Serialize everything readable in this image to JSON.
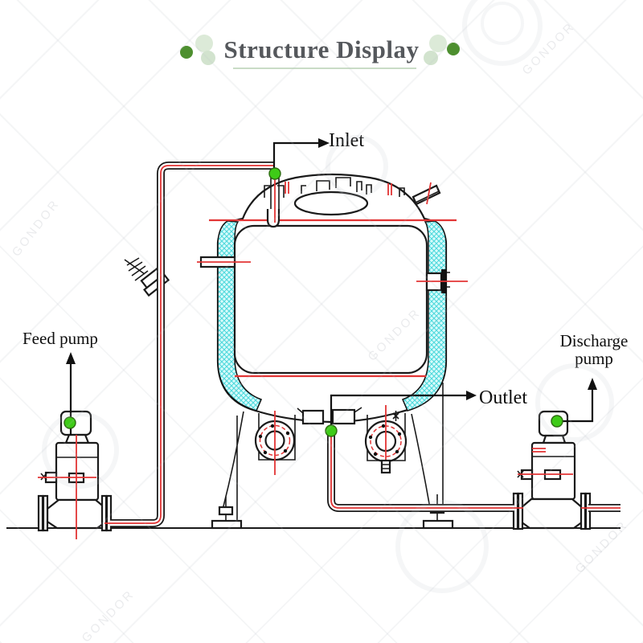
{
  "title": "Structure Display",
  "labels": {
    "inlet": "Inlet",
    "outlet": "Outlet",
    "feed_pump": "Feed pump",
    "discharge_pump": "Discharge pump"
  },
  "watermark": {
    "text": "GONDOR"
  },
  "colors": {
    "title_gray": "#55585c",
    "accent_dark_green": "#4d8f2f",
    "accent_light_green": "#dcead8",
    "underline_green": "#c9dcc6",
    "centerline_red": "#e23434",
    "insulation_cyan": "#d9fbfb",
    "insulation_hatch": "#4fd9dc",
    "connection_green": "#3ecb17",
    "line_black": "#1a1a1a"
  },
  "diagram": {
    "type": "equipment-structure-diagram",
    "equipment": [
      "jacketed tank vessel",
      "feed pump",
      "discharge pump"
    ],
    "connection_points": [
      "inlet",
      "outlet",
      "feed pump top",
      "discharge pump top"
    ]
  }
}
